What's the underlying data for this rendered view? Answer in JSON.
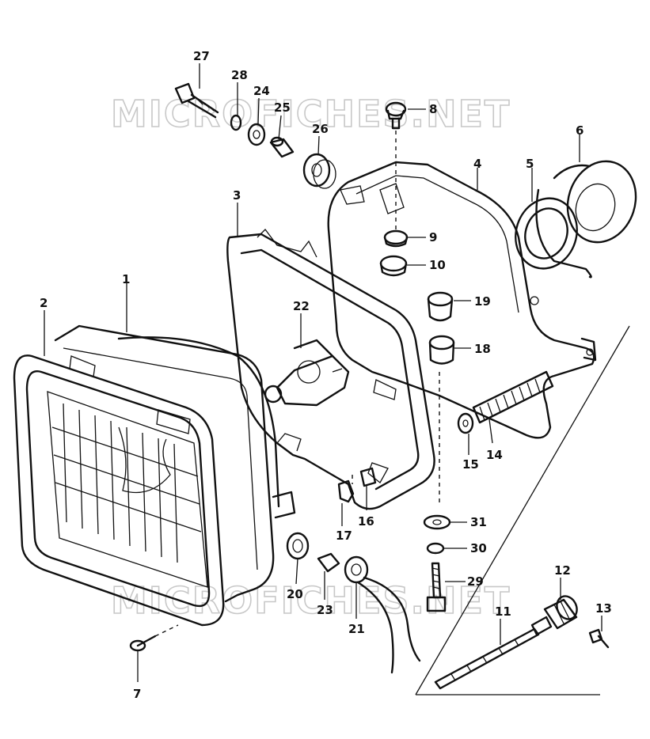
{
  "watermark": [
    "MICROFICHES.NET",
    "MICROFICHES.NET"
  ],
  "parts": [
    {
      "id": "p1",
      "label": "1"
    },
    {
      "id": "p2",
      "label": "2"
    },
    {
      "id": "p3",
      "label": "3"
    },
    {
      "id": "p4",
      "label": "4"
    },
    {
      "id": "p5",
      "label": "5"
    },
    {
      "id": "p6",
      "label": "6"
    },
    {
      "id": "p7",
      "label": "7"
    },
    {
      "id": "p8",
      "label": "8"
    },
    {
      "id": "p9",
      "label": "9"
    },
    {
      "id": "p10",
      "label": "10"
    },
    {
      "id": "p11",
      "label": "11"
    },
    {
      "id": "p12",
      "label": "12"
    },
    {
      "id": "p13",
      "label": "13"
    },
    {
      "id": "p14",
      "label": "14"
    },
    {
      "id": "p15",
      "label": "15"
    },
    {
      "id": "p16",
      "label": "16"
    },
    {
      "id": "p17",
      "label": "17"
    },
    {
      "id": "p18",
      "label": "18"
    },
    {
      "id": "p19",
      "label": "19"
    },
    {
      "id": "p20",
      "label": "20"
    },
    {
      "id": "p21",
      "label": "21"
    },
    {
      "id": "p22",
      "label": "22"
    },
    {
      "id": "p23",
      "label": "23"
    },
    {
      "id": "p24",
      "label": "24"
    },
    {
      "id": "p25",
      "label": "25"
    },
    {
      "id": "p26",
      "label": "26"
    },
    {
      "id": "p27",
      "label": "27"
    },
    {
      "id": "p28",
      "label": "28"
    },
    {
      "id": "p29",
      "label": "29"
    },
    {
      "id": "p30",
      "label": "30"
    },
    {
      "id": "p31",
      "label": "31"
    }
  ]
}
